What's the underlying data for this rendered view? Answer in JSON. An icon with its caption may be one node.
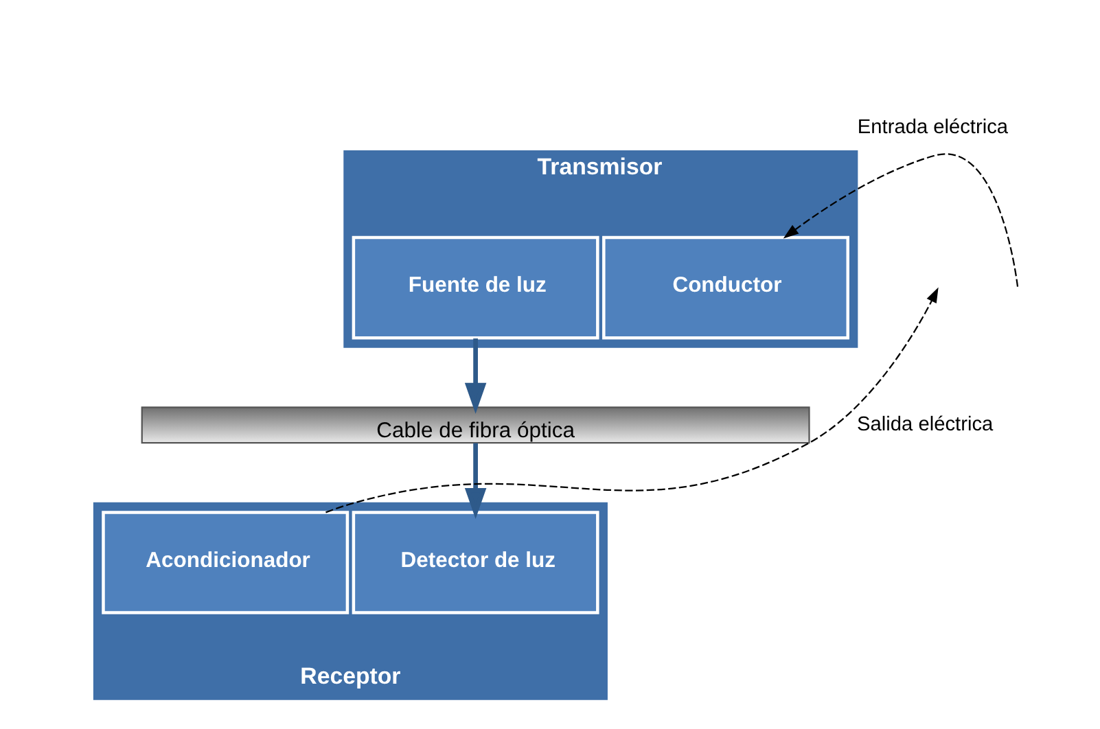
{
  "diagram": {
    "nodes": [
      {
        "text": [
          "Transmisor"
        ]
      },
      {
        "text": [
          "Conductor"
        ],
        "in": 0
      },
      {
        "text": [
          "Fuente de luz"
        ],
        "in": 0
      },
      {
        "text": [
          "Cable de fibra óptica"
        ]
      },
      {
        "text": [
          "Receptor"
        ]
      },
      {
        "text": [
          "Detector de luz"
        ],
        "in": 4
      },
      {
        "text": [
          "Acondicionador"
        ],
        "in": 4
      }
    ],
    "edges": [
      {
        "from": null,
        "to": 1,
        "arrow": "to",
        "style": "dashed",
        "label": "Entrada eléctrica"
      },
      {
        "from": 2,
        "to": 3,
        "arrow": "to",
        "style": "thick",
        "color": "#2e5a8a"
      },
      {
        "from": 3,
        "to": 5,
        "arrow": "to",
        "style": "thick",
        "color": "#2e5a8a"
      },
      {
        "from": 6,
        "to": null,
        "arrow": "to",
        "style": "dashed",
        "label": "Salida eléctrica"
      }
    ]
  }
}
